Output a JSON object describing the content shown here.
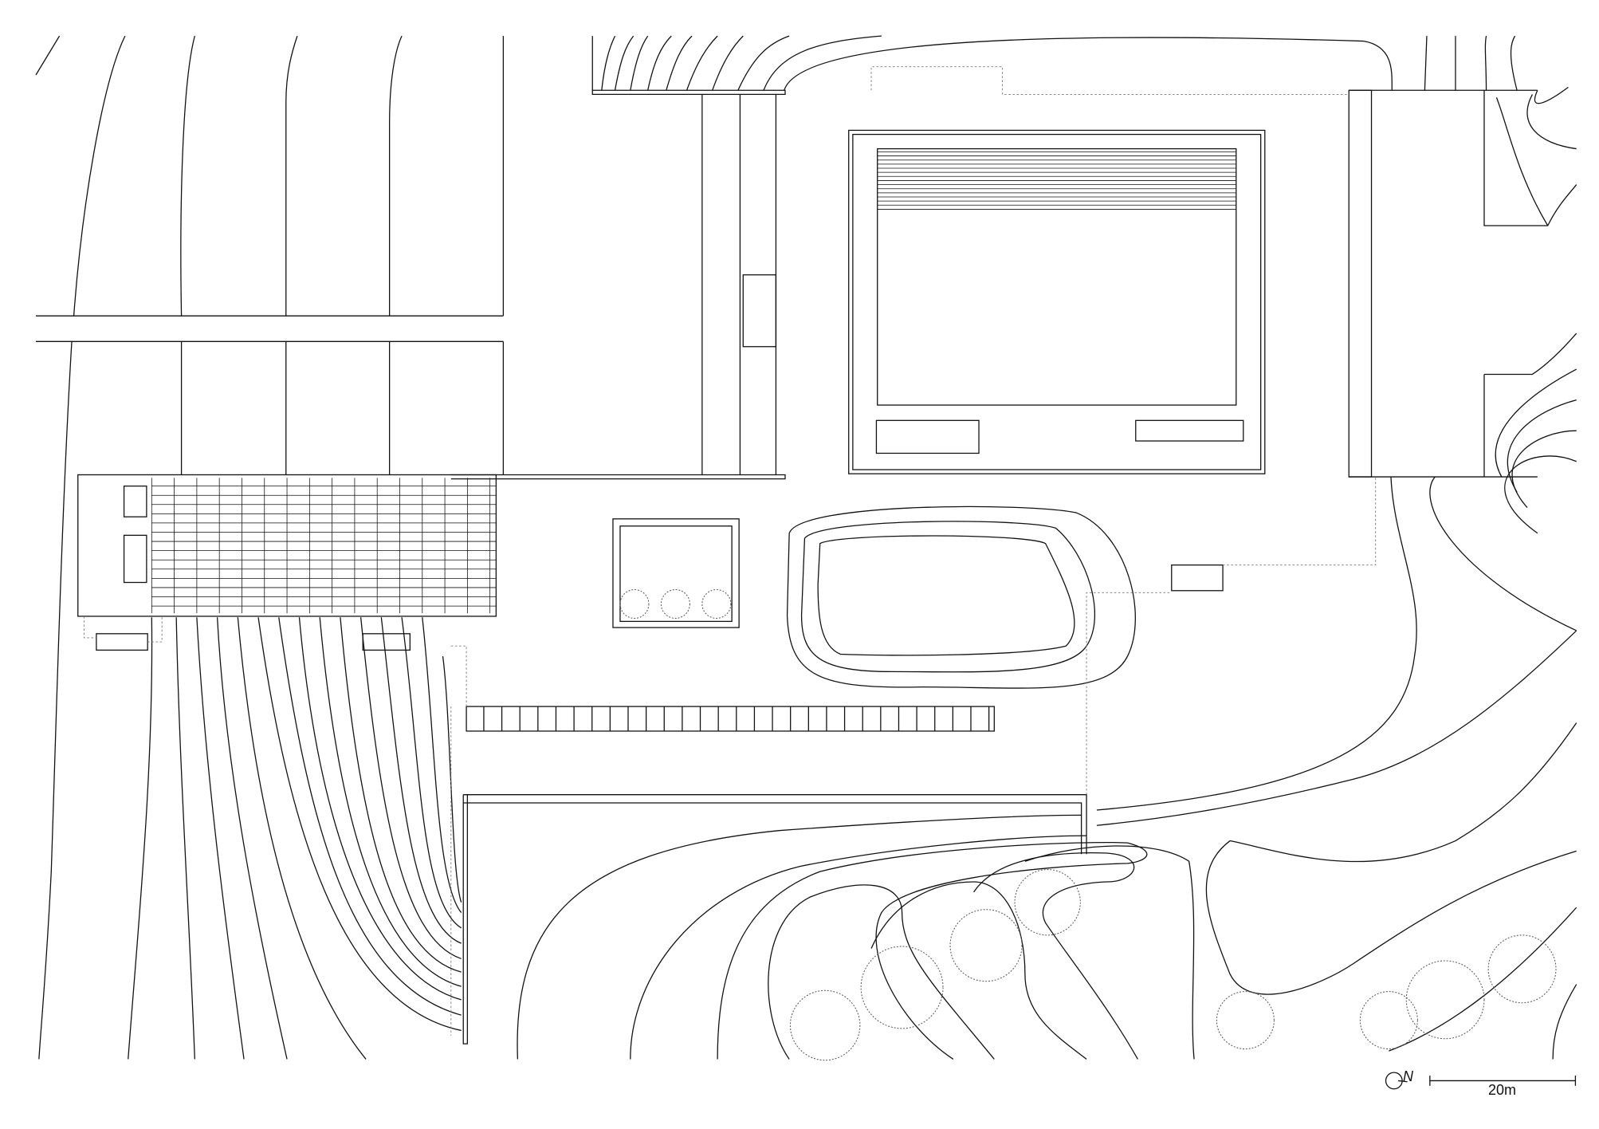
{
  "drawing": {
    "type": "site-plan",
    "north_label": "N",
    "scale_label": "20m",
    "line_color": "#111111",
    "background": "#ffffff"
  }
}
